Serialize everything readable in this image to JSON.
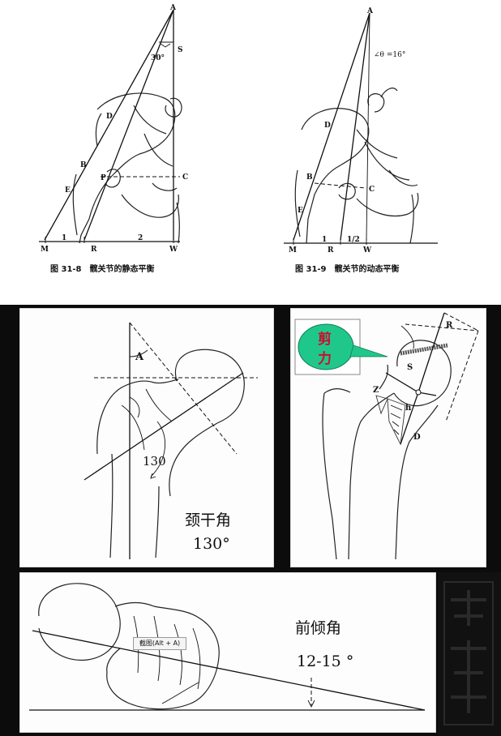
{
  "top_figures": {
    "static": {
      "labels": {
        "A": "A",
        "S": "S",
        "D": "D",
        "B": "B",
        "C": "C",
        "E": "E",
        "M": "M",
        "R": "R",
        "W": "W",
        "P": "P",
        "seg1": "1",
        "seg2": "2",
        "angle": "30°"
      },
      "caption": "图 31-8　髋关节的静态平衡"
    },
    "dynamic": {
      "labels": {
        "A": "A",
        "D": "D",
        "B": "B",
        "C": "C",
        "E": "E",
        "M": "M",
        "R": "R",
        "W": "W",
        "seg1": "1",
        "seg_half": "1/2",
        "angle": "∠θ =16°"
      },
      "caption": "图 31-9　髋关节的动态平衡"
    }
  },
  "neck_shaft_panel": {
    "label_A": "A",
    "angle_value": "130",
    "title": "颈干角",
    "degrees": "130°"
  },
  "shear_panel": {
    "bubble_text_line1": "剪",
    "bubble_text_line2": "力",
    "bubble_color": "#1fc88a",
    "labels": {
      "R": "R",
      "S": "S",
      "Z": "Z",
      "h": "h",
      "D": "D"
    }
  },
  "anteversion_panel": {
    "title": "前倾角",
    "degrees": "12-15 °",
    "tooltip": "截图(Alt + A)"
  }
}
